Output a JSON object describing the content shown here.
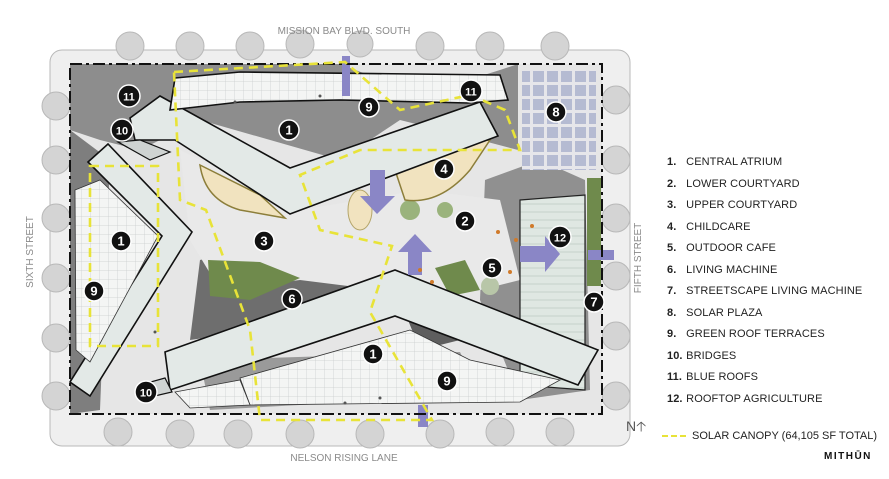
{
  "streets": {
    "north": "MISSION BAY BLVD. SOUTH",
    "south": "NELSON RISING LANE",
    "west": "SIXTH STREET",
    "east": "FIFTH STREET"
  },
  "legend": [
    {
      "num": "1.",
      "label": "CENTRAL ATRIUM"
    },
    {
      "num": "2.",
      "label": "LOWER COURTYARD"
    },
    {
      "num": "3.",
      "label": "UPPER COURTYARD"
    },
    {
      "num": "4.",
      "label": "CHILDCARE"
    },
    {
      "num": "5.",
      "label": "OUTDOOR CAFE"
    },
    {
      "num": "6.",
      "label": "LIVING MACHINE"
    },
    {
      "num": "7.",
      "label": "STREETSCAPE LIVING MACHINE"
    },
    {
      "num": "8.",
      "label": "SOLAR PLAZA"
    },
    {
      "num": "9.",
      "label": "GREEN ROOF TERRACES"
    },
    {
      "num": "10.",
      "label": "BRIDGES"
    },
    {
      "num": "11.",
      "label": "BLUE ROOFS"
    },
    {
      "num": "12.",
      "label": "ROOFTOP AGRICULTURE"
    }
  ],
  "canopy": "SOLAR CANOPY  (64,105 SF TOTAL)",
  "north_arrow": "N",
  "logo": "MITHŪN",
  "markers": [
    {
      "n": "11"
    },
    {
      "n": "11"
    },
    {
      "n": "10"
    },
    {
      "n": "10"
    },
    {
      "n": "1"
    },
    {
      "n": "1"
    },
    {
      "n": "1"
    },
    {
      "n": "9"
    },
    {
      "n": "9"
    },
    {
      "n": "9"
    },
    {
      "n": "8"
    },
    {
      "n": "4"
    },
    {
      "n": "2"
    },
    {
      "n": "3"
    },
    {
      "n": "12"
    },
    {
      "n": "5"
    },
    {
      "n": "6"
    },
    {
      "n": "7"
    }
  ],
  "colors": {
    "roof": "#e3e9e7",
    "roof_stroke": "#111111",
    "canopy": "#e8e338",
    "blue_arrows": "#8a86c6",
    "green_roof": "#6f8a4c",
    "dark_shadow": "#7a7a7a",
    "marker": "#111111"
  }
}
